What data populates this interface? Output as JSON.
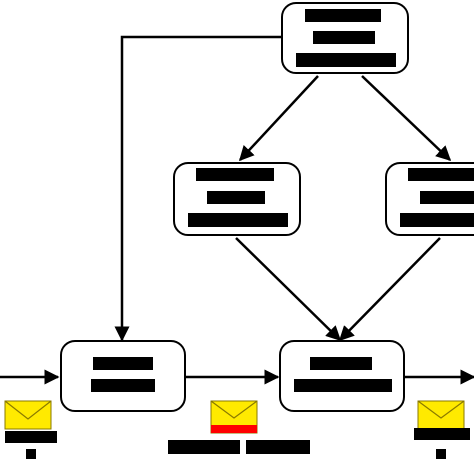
{
  "diagram": {
    "colors": {
      "background": "#ffffff",
      "stroke": "#000000",
      "redaction": "#000000",
      "envelope": "#ffea00",
      "envelope_alert": "#ff0000"
    },
    "nodes": [
      {
        "id": "top-node",
        "label": "",
        "label_style": "redacted"
      },
      {
        "id": "mid-left-node",
        "label": "",
        "label_style": "redacted"
      },
      {
        "id": "mid-right-node",
        "label": "",
        "label_style": "redacted"
      },
      {
        "id": "bottom-left-node",
        "label": "",
        "label_style": "redacted"
      },
      {
        "id": "bottom-right-node",
        "label": "",
        "label_style": "redacted"
      }
    ],
    "edges": [
      {
        "from": "top-node",
        "to": "mid-left-node"
      },
      {
        "from": "top-node",
        "to": "mid-right-node"
      },
      {
        "from": "top-node",
        "to": "bottom-left-node"
      },
      {
        "from": "mid-left-node",
        "to": "bottom-right-node"
      },
      {
        "from": "mid-right-node",
        "to": "bottom-right-node"
      },
      {
        "from": "input",
        "to": "bottom-left-node"
      },
      {
        "from": "bottom-left-node",
        "to": "bottom-right-node"
      },
      {
        "from": "bottom-right-node",
        "to": "output"
      }
    ],
    "messages": [
      {
        "id": "message-left",
        "icon": "envelope-icon",
        "alert": false,
        "label": "",
        "label_style": "redacted"
      },
      {
        "id": "message-middle",
        "icon": "envelope-icon",
        "alert": true,
        "label": "",
        "label_style": "redacted"
      },
      {
        "id": "message-right",
        "icon": "envelope-icon",
        "alert": false,
        "label": "",
        "label_style": "redacted"
      }
    ]
  }
}
